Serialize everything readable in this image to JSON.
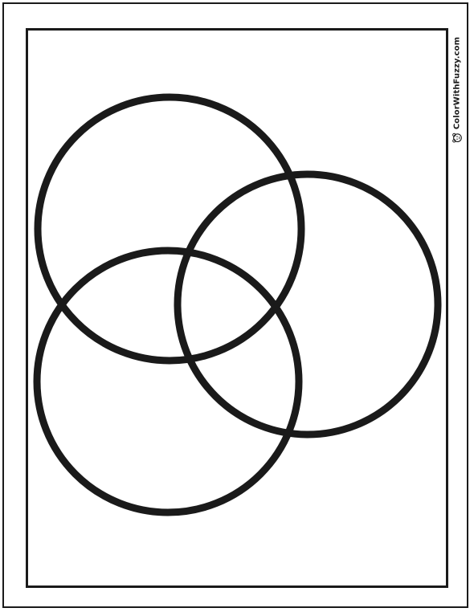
{
  "watermark": {
    "text": "ColorWithFuzzy.com",
    "logo_icon": "fuzzy-bear-face-icon"
  },
  "diagram": {
    "type": "venn",
    "circle_count": 3,
    "stroke_color": "#1a1a1a",
    "fill_color": "#ffffff",
    "background": "#ffffff"
  }
}
